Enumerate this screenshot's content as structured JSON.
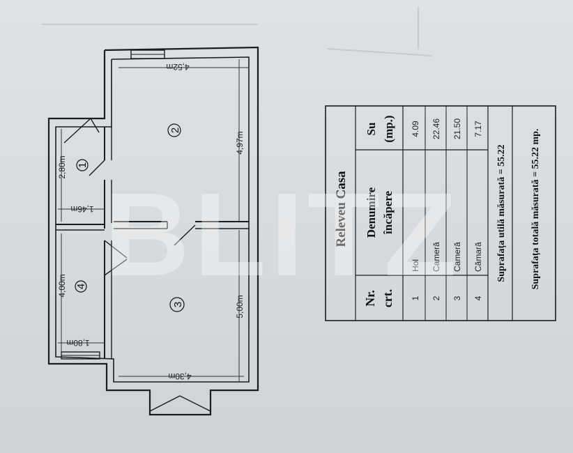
{
  "plan": {
    "dims": {
      "room2_width": "4,52m",
      "room2_length": "4,97m",
      "hall_length": "2,80m",
      "hall_width": "1,46m",
      "storage_length": "4,00m",
      "storage_width": "1,80m",
      "room3_length": "5,00m",
      "room3_width": "4,30m"
    },
    "rooms": [
      "1",
      "2",
      "3",
      "4"
    ]
  },
  "table": {
    "title": "Releveu Casa",
    "headers": {
      "nr": "Nr. crt.",
      "nr_1": "Nr.",
      "nr_2": "crt.",
      "name_1": "Denumire",
      "name_2": "încăpere",
      "area_1": "Su",
      "area_2": "(mp.)"
    },
    "rows": [
      {
        "nr": "1",
        "name": "Hol",
        "area": "4.09"
      },
      {
        "nr": "2",
        "name": "Cameră",
        "area": "22.46"
      },
      {
        "nr": "3",
        "name": "Cameră",
        "area": "21.50"
      },
      {
        "nr": "4",
        "name": "Cămară",
        "area": "7.17"
      }
    ],
    "useful_total": "Suprafața utilă măsurată = 55.22",
    "grand_total": "Suprafața totală măsurată = 55.22 mp."
  },
  "watermark": "BLITZ",
  "colors": {
    "paper": "#dcdfe2",
    "ink": "#1a1a1a",
    "watermark": "#ffffff"
  }
}
